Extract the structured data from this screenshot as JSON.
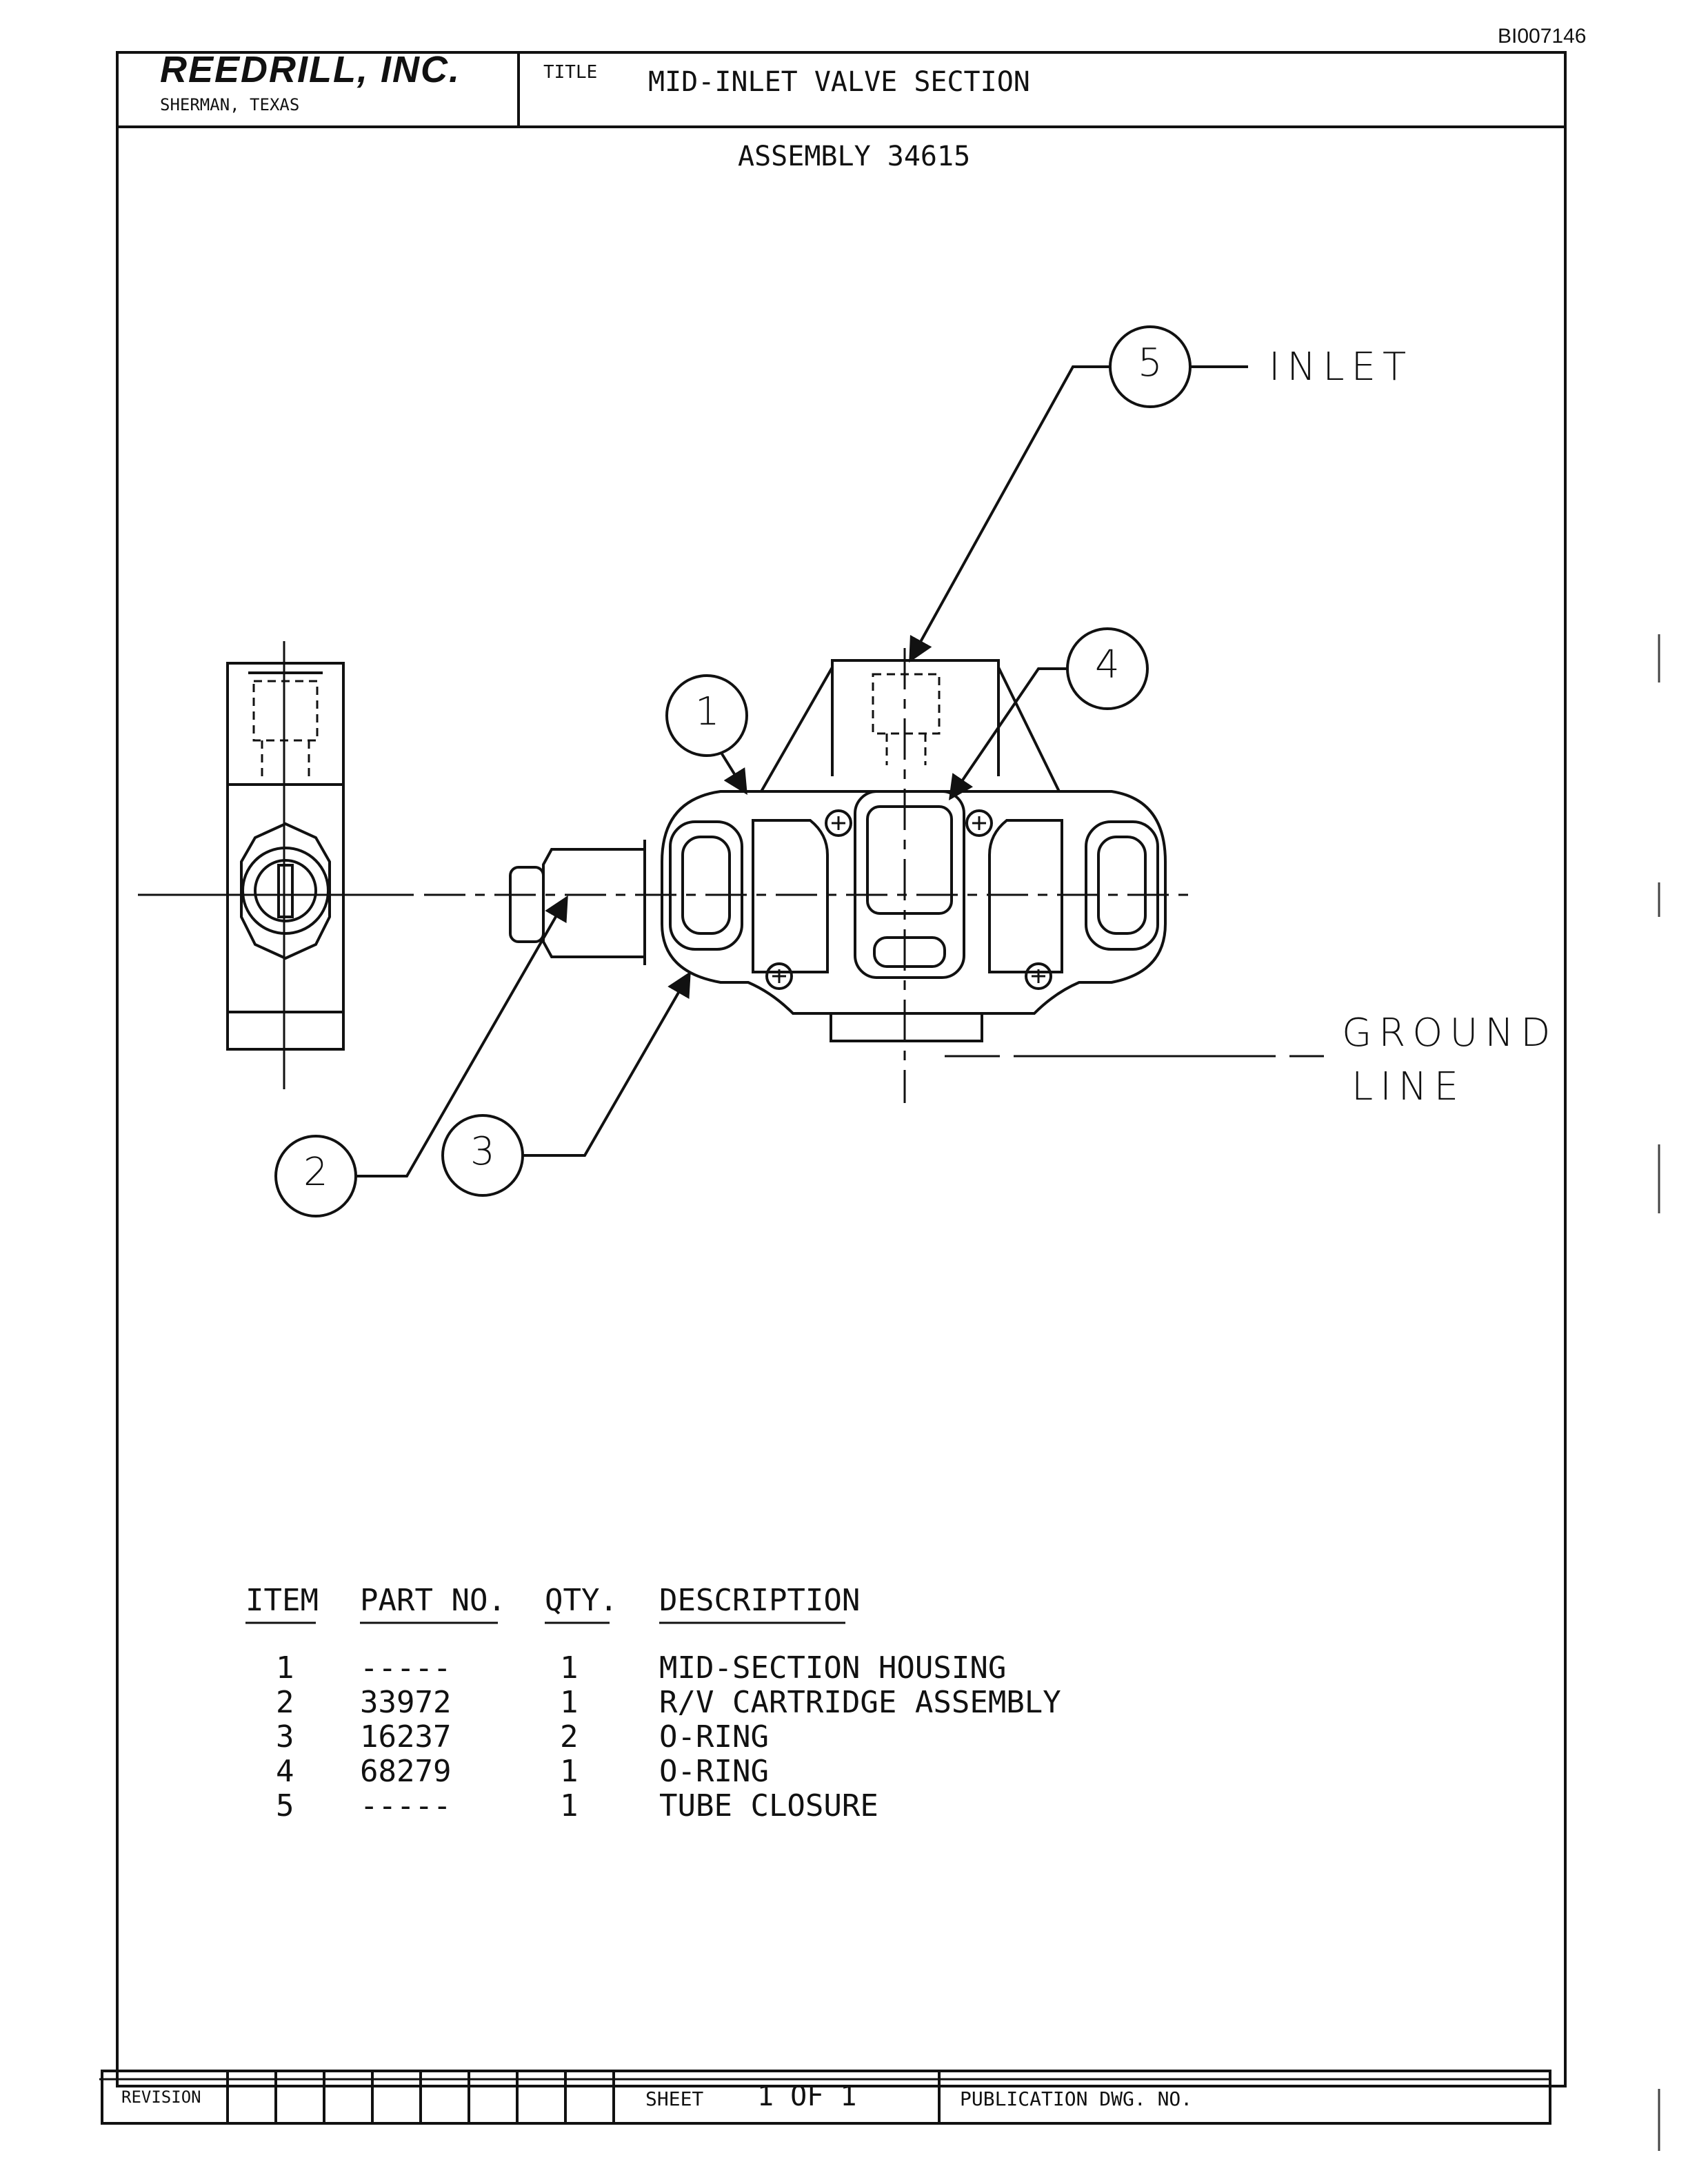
{
  "document_id": "BI007146",
  "company": {
    "name": "REEDRILL, INC.",
    "location": "SHERMAN, TEXAS"
  },
  "title_block": {
    "label": "TITLE",
    "title": "MID-INLET VALVE SECTION"
  },
  "assembly": "ASSEMBLY 34615",
  "annotations": {
    "inlet": "INLET",
    "ground": "GROUND",
    "line": "LINE"
  },
  "callouts": [
    "1",
    "2",
    "3",
    "4",
    "5"
  ],
  "parts_list": {
    "headers": {
      "item": "ITEM",
      "part_no": "PART NO.",
      "qty": "QTY.",
      "description": "DESCRIPTION"
    },
    "rows": [
      {
        "item": "1",
        "part_no": "-----",
        "qty": "1",
        "description": "MID-SECTION HOUSING"
      },
      {
        "item": "2",
        "part_no": "33972",
        "qty": "1",
        "description": "R/V CARTRIDGE ASSEMBLY"
      },
      {
        "item": "3",
        "part_no": "16237",
        "qty": "2",
        "description": "O-RING"
      },
      {
        "item": "4",
        "part_no": "68279",
        "qty": "1",
        "description": "O-RING"
      },
      {
        "item": "5",
        "part_no": "-----",
        "qty": "1",
        "description": "TUBE CLOSURE"
      }
    ]
  },
  "footer": {
    "revision_label": "REVISION",
    "sheet_label": "SHEET",
    "sheet_value": "1 OF 1",
    "publication_label": "PUBLICATION DWG. NO."
  }
}
